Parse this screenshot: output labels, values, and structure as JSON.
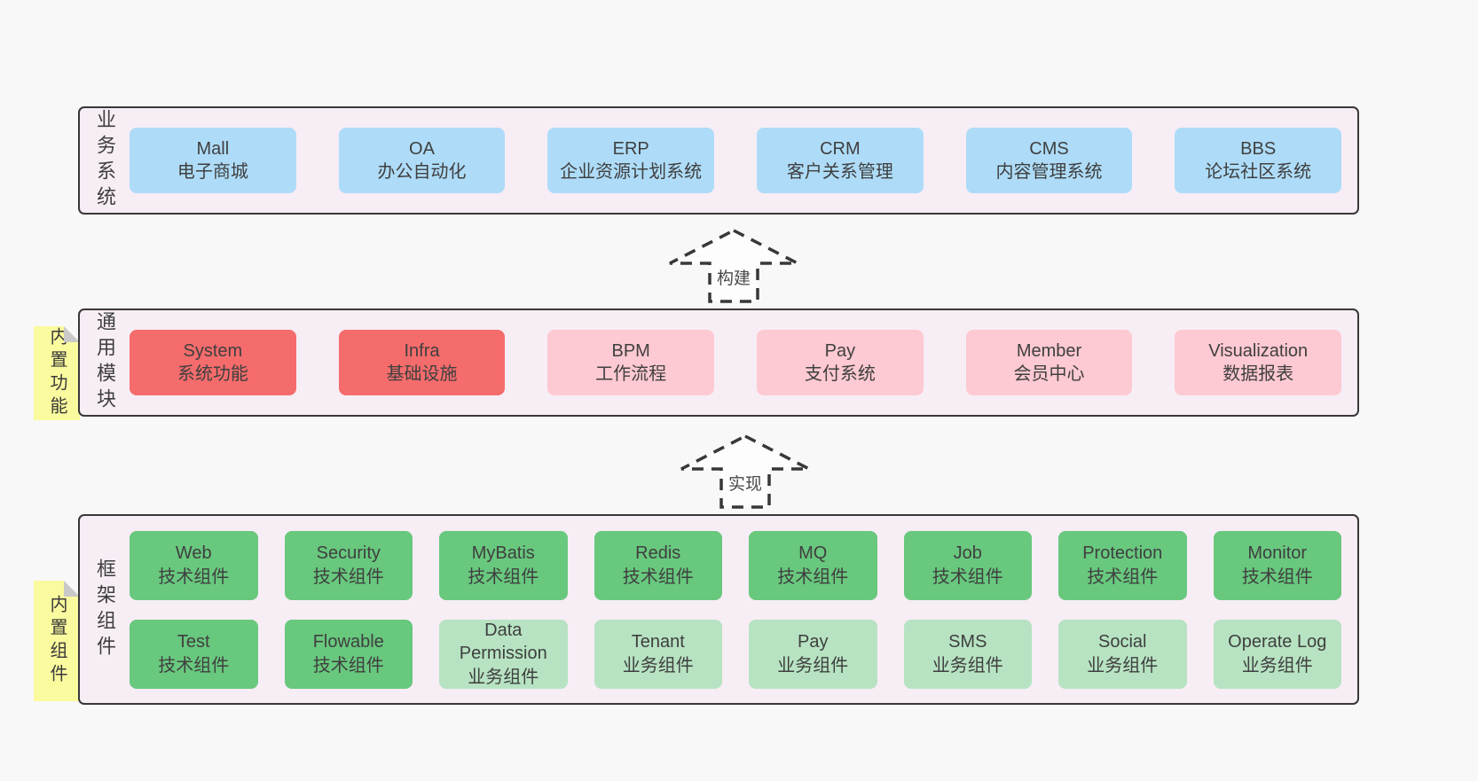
{
  "colors": {
    "page-bg": "#f8f8f8",
    "band-bg": "#f7edf5",
    "line": "#383838",
    "text": "#3f3f3f",
    "blue": "#aedcf8",
    "red": "#f56c6c",
    "pink": "#fdc9d2",
    "green": "#68c87e",
    "light-green": "#b7e3c2",
    "yellow": "#fafa9e",
    "fold": "#c9c9c9"
  },
  "bands": [
    {
      "label": "业务系统",
      "rows": [
        [
          {
            "en": "Mall",
            "zh": "电子商城",
            "type": "blue"
          },
          {
            "en": "OA",
            "zh": "办公自动化",
            "type": "blue"
          },
          {
            "en": "ERP",
            "zh": "企业资源计划系统",
            "type": "blue"
          },
          {
            "en": "CRM",
            "zh": "客户关系管理",
            "type": "blue"
          },
          {
            "en": "CMS",
            "zh": "内容管理系统",
            "type": "blue"
          },
          {
            "en": "BBS",
            "zh": "论坛社区系统",
            "type": "blue"
          }
        ]
      ]
    },
    {
      "label": "通用模块",
      "sticky": "内置功能",
      "rows": [
        [
          {
            "en": "System",
            "zh": "系统功能",
            "type": "red"
          },
          {
            "en": "Infra",
            "zh": "基础设施",
            "type": "red"
          },
          {
            "en": "BPM",
            "zh": "工作流程",
            "type": "pink"
          },
          {
            "en": "Pay",
            "zh": "支付系统",
            "type": "pink"
          },
          {
            "en": "Member",
            "zh": "会员中心",
            "type": "pink"
          },
          {
            "en": "Visualization",
            "zh": "数据报表",
            "type": "pink"
          }
        ]
      ]
    },
    {
      "label": "框架组件",
      "sticky": "内置组件",
      "rows": [
        [
          {
            "en": "Web",
            "zh": "技术组件",
            "type": "green"
          },
          {
            "en": "Security",
            "zh": "技术组件",
            "type": "green"
          },
          {
            "en": "MyBatis",
            "zh": "技术组件",
            "type": "green"
          },
          {
            "en": "Redis",
            "zh": "技术组件",
            "type": "green"
          },
          {
            "en": "MQ",
            "zh": "技术组件",
            "type": "green"
          },
          {
            "en": "Job",
            "zh": "技术组件",
            "type": "green"
          },
          {
            "en": "Protection",
            "zh": "技术组件",
            "type": "green"
          },
          {
            "en": "Monitor",
            "zh": "技术组件",
            "type": "green"
          }
        ],
        [
          {
            "en": "Test",
            "zh": "技术组件",
            "type": "green"
          },
          {
            "en": "Flowable",
            "zh": "技术组件",
            "type": "green"
          },
          {
            "en": "Data Permission",
            "zh": "业务组件",
            "type": "light-green"
          },
          {
            "en": "Tenant",
            "zh": "业务组件",
            "type": "light-green"
          },
          {
            "en": "Pay",
            "zh": "业务组件",
            "type": "light-green"
          },
          {
            "en": "SMS",
            "zh": "业务组件",
            "type": "light-green"
          },
          {
            "en": "Social",
            "zh": "业务组件",
            "type": "light-green"
          },
          {
            "en": "Operate Log",
            "zh": "业务组件",
            "type": "light-green"
          }
        ]
      ]
    }
  ],
  "arrows": [
    {
      "label": "构建"
    },
    {
      "label": "实现"
    }
  ]
}
